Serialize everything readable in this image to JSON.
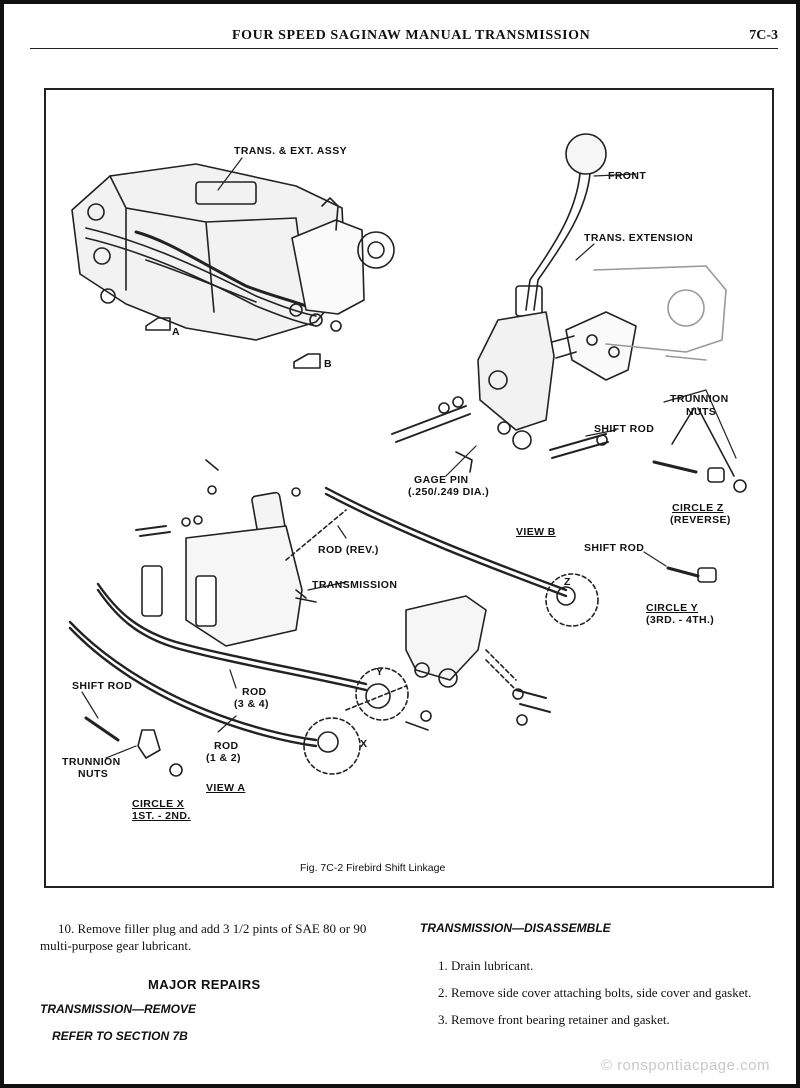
{
  "header": {
    "title": "FOUR SPEED SAGINAW MANUAL TRANSMISSION",
    "page_number": "7C-3"
  },
  "figure": {
    "labels": {
      "trans_ext_assy": "TRANS. & EXT. ASSY",
      "arrow_a": "A",
      "arrow_b": "B",
      "front": "FRONT",
      "trans_extension": "TRANS. EXTENSION",
      "trunnion_nuts_top_1": "TRUNNION",
      "trunnion_nuts_top_2": "NUTS",
      "shift_rod_top": "SHIFT ROD",
      "gage_pin_1": "GAGE PIN",
      "gage_pin_2": "(.250/.249 DIA.)",
      "circle_z": "CIRCLE Z",
      "circle_z_sub": "(REVERSE)",
      "view_b": "VIEW B",
      "shift_rod_mid": "SHIFT ROD",
      "rod_rev": "ROD (REV.)",
      "transmission": "TRANSMISSION",
      "circle_y": "CIRCLE Y",
      "circle_y_sub": "(3RD. - 4TH.)",
      "letter_z": "Z",
      "letter_y": "Y",
      "letter_x": "X",
      "shift_rod_left": "SHIFT ROD",
      "rod_3_4_a": "ROD",
      "rod_3_4_b": "(3 & 4)",
      "rod_1_2_a": "ROD",
      "rod_1_2_b": "(1 & 2)",
      "trunnion_nuts_left_1": "TRUNNION",
      "trunnion_nuts_left_2": "NUTS",
      "view_a": "VIEW A",
      "circle_x": "CIRCLE X",
      "circle_x_sub": "1ST. - 2ND."
    },
    "caption": "Fig. 7C-2  Firebird Shift Linkage"
  },
  "left_column": {
    "step10": "10. Remove filler plug and add 3 1/2 pints of SAE 80 or 90 multi-purpose gear lubricant.",
    "major_repairs": "MAJOR REPAIRS",
    "trans_remove": "TRANSMISSION—REMOVE",
    "refer": "REFER TO SECTION 7B"
  },
  "right_column": {
    "heading": "TRANSMISSION—DISASSEMBLE",
    "step1": "1. Drain lubricant.",
    "step2": "2. Remove side cover attaching bolts, side cover and gasket.",
    "step3": "3. Remove front bearing retainer and gasket."
  },
  "watermark": "© ronspontiacpage.com"
}
